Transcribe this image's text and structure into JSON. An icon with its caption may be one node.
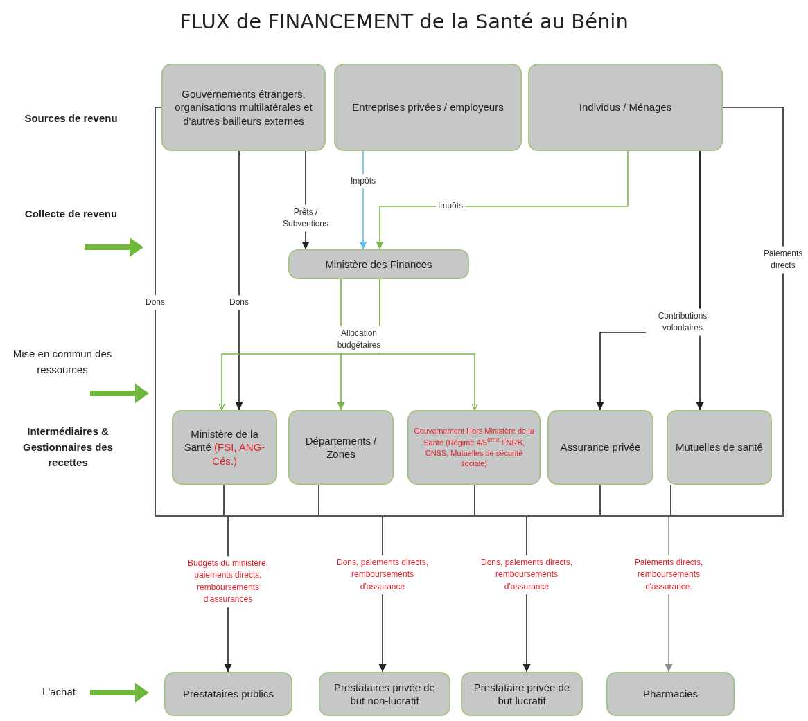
{
  "diagram": {
    "title": "FLUX de FINANCEMENT de la Santé au Bénin",
    "nodes": [
      {
        "text": [
          "Gouvernements étrangers, organisations multilatérales et d'autres bailleurs externes"
        ]
      },
      {
        "text": [
          "Entreprises privées / employeurs"
        ]
      },
      {
        "text": [
          "Individus / Ménages"
        ]
      },
      {
        "text": [
          "Ministère des Finances"
        ]
      },
      {
        "text": [
          "Ministère de la Santé",
          "(FSI, ANG-Cés.)"
        ]
      },
      {
        "text": [
          "Départements / Zones"
        ]
      },
      {
        "text": [
          "Gouvernement Hors Ministère de la Santé (Régime 4/5$^{ème}$ FNRB, CNSS, Mutuelles de sécurité sociale)"
        ]
      },
      {
        "text": [
          "Assurance privée"
        ]
      },
      {
        "text": [
          "Mutuelles de santé"
        ]
      },
      {
        "text": [
          "Prestataires publics"
        ]
      },
      {
        "text": [
          "Prestataires privée de but non-lucratif"
        ]
      },
      {
        "text": [
          "Prestataire privée de but lucratif"
        ]
      },
      {
        "text": [
          "Pharmacies"
        ]
      },
      {
        "text": [],
        "shape": "bar"
      }
    ],
    "edges": [
      {
        "from": 0,
        "to": 13,
        "arrow": "none",
        "label": "Dons"
      },
      {
        "from": 0,
        "to": 4,
        "arrow": "to",
        "label": "Dons"
      },
      {
        "from": 0,
        "to": 3,
        "arrow": "to",
        "label": "Prêts / Subventions"
      },
      {
        "from": 1,
        "to": 3,
        "arrow": "to",
        "label": "Impôts",
        "color": "#5bc0eb"
      },
      {
        "from": 2,
        "to": 3,
        "arrow": "to",
        "label": "Impôts",
        "color": "#7ab648"
      },
      {
        "from": 3,
        "to": 4,
        "arrow": "to",
        "color": "#7ab648"
      },
      {
        "from": 3,
        "to": 5,
        "arrow": "to",
        "label": "Allocation budgétaires",
        "color": "#7ab648"
      },
      {
        "from": 3,
        "to": 6,
        "arrow": "to",
        "color": "#7ab648"
      },
      {
        "from": 2,
        "to": 7,
        "arrow": "to"
      },
      {
        "from": 2,
        "to": 8,
        "arrow": "to",
        "label": "Contributions volontaires"
      },
      {
        "from": 2,
        "to": 13,
        "arrow": "none",
        "label": "Paiements directs"
      },
      {
        "from": 4,
        "to": 13,
        "arrow": "none"
      },
      {
        "from": 5,
        "to": 13,
        "arrow": "none"
      },
      {
        "from": 6,
        "to": 13,
        "arrow": "none"
      },
      {
        "from": 7,
        "to": 13,
        "arrow": "none"
      },
      {
        "from": 8,
        "to": 13,
        "arrow": "none"
      },
      {
        "from": 13,
        "to": 9,
        "arrow": "to",
        "label": "Budgets du ministère, paiements directs, remboursements d'assurances"
      },
      {
        "from": 13,
        "to": 10,
        "arrow": "to",
        "label": "Dons, paiements directs, remboursements d'assurance"
      },
      {
        "from": 13,
        "to": 11,
        "arrow": "to",
        "label": "Dons, paiements directs, remboursements d'assurance"
      },
      {
        "from": 13,
        "to": 12,
        "arrow": "to",
        "label": "Paiements directs, remboursements d'assurance.",
        "color": "#8c8c8c"
      }
    ],
    "labels": [
      "Sources de revenu",
      "Collecte de revenu",
      "Mise en commun des ressources",
      "Intermédiaires & Gestionnaires des recettes",
      "L'achat"
    ]
  }
}
